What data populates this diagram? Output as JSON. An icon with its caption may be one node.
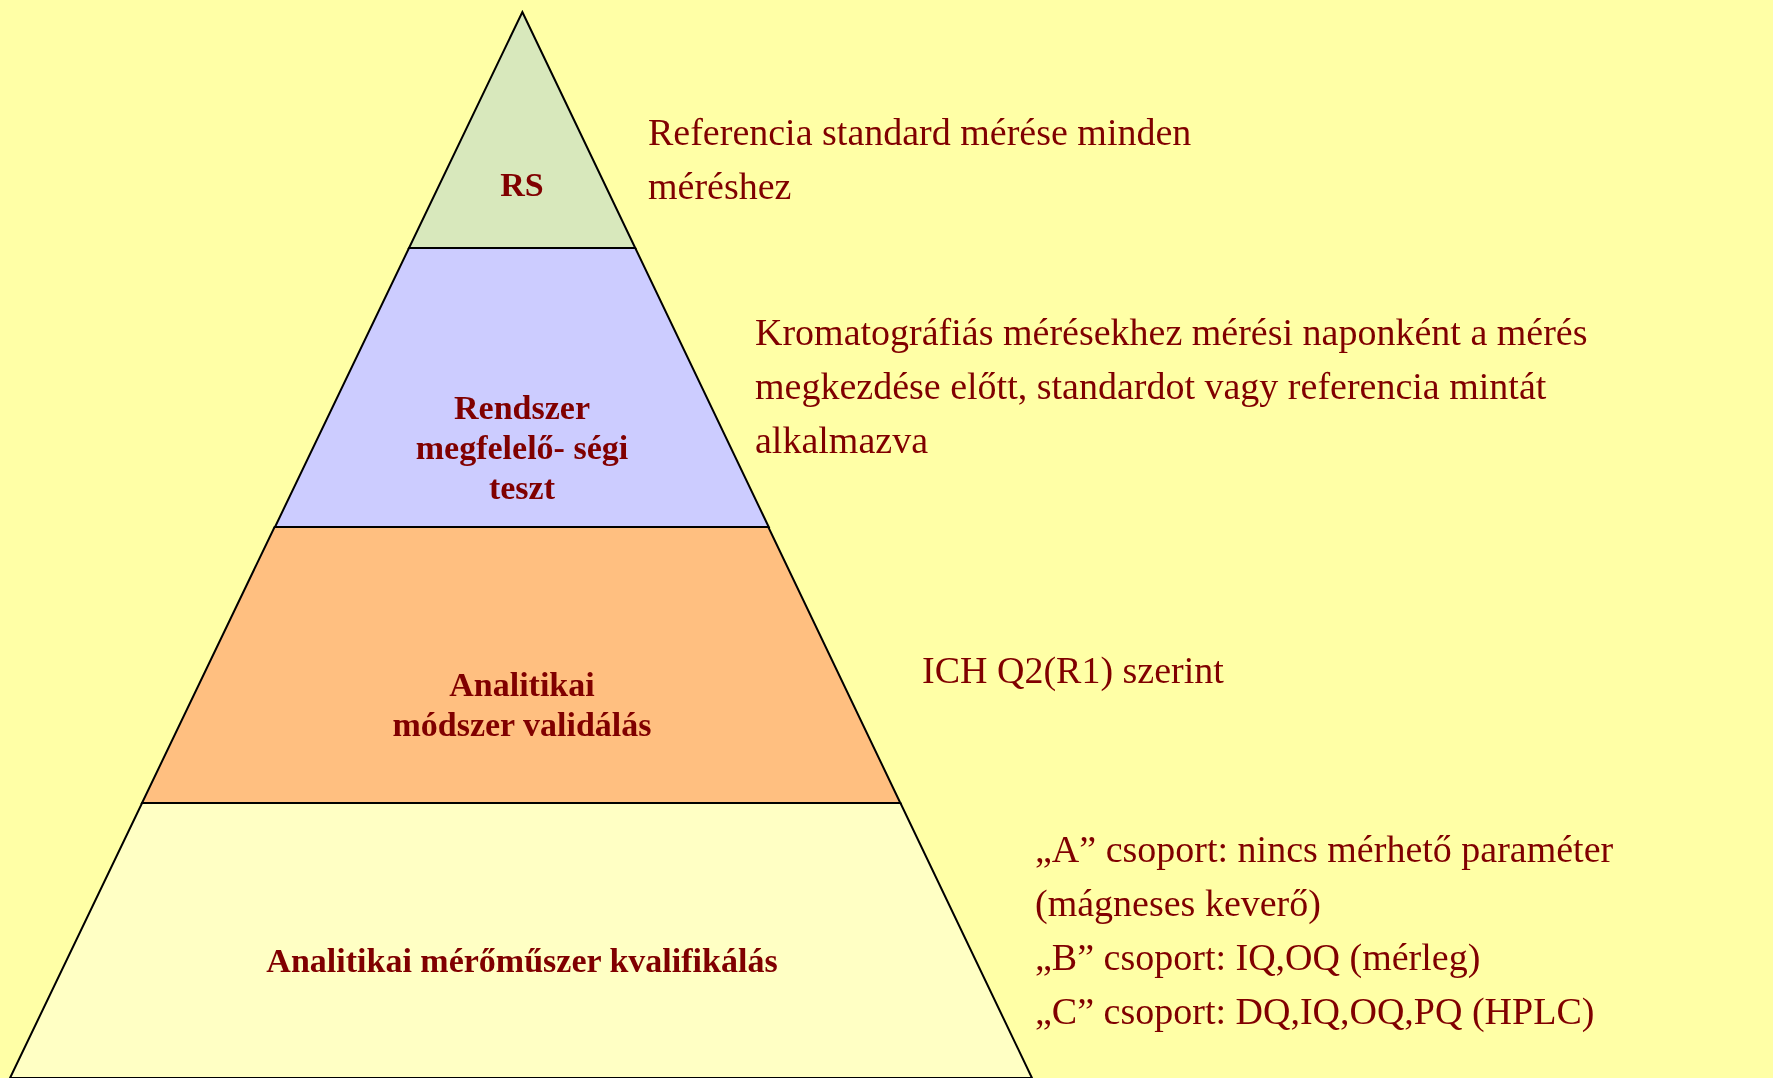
{
  "diagram": {
    "nodes": [
      {
        "text": [
          "RS"
        ],
        "beside": [
          "Referencia standard mérése minden méréshez"
        ]
      },
      {
        "text": [
          "Rendszer megfelelő- ségi teszt"
        ],
        "beside": [
          "Kromatográfiás mérésekhez mérési naponként a mérés megkezdése előtt, standardot vagy referencia mintát alkalmazva"
        ]
      },
      {
        "text": [
          "Analitikai módszer validálás"
        ],
        "beside": [
          "ICH Q2(R1) szerint"
        ]
      },
      {
        "text": [
          "Analitikai mérőműszer kvalifikálás"
        ],
        "beside": [
          "„A” csoport: nincs mérhető paraméter (mágneses keverő)",
          "„B” csoport: IQ,OQ (mérleg)",
          "„C” csoport: DQ,IQ,OQ,PQ (HPLC)"
        ]
      }
    ]
  }
}
